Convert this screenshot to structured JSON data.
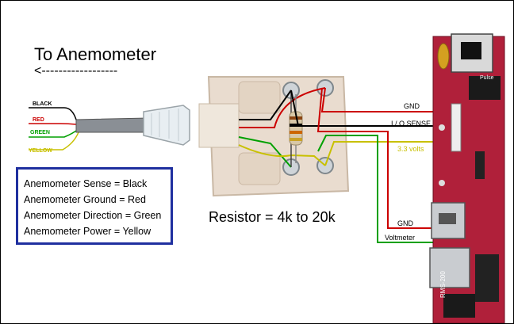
{
  "title": "To Anemometer",
  "arrow_text": "<------------------",
  "wire_labels": {
    "black": "BLACK",
    "red": "RED",
    "green": "GREEN",
    "yellow": "YELLOW"
  },
  "legend": [
    "Anemometer Sense = Black",
    "Anemometer Ground = Red",
    "Anemometer Direction = Green",
    "Anemometer Power = Yellow"
  ],
  "resistor_label": "Resistor = 4k to 20k",
  "board_labels": {
    "gnd_top": "GND",
    "io_sense": "I / O SENSE",
    "volts": "3.3 volts",
    "gnd_bottom": "GND",
    "voltmeter": "Voltmeter"
  },
  "board_text": {
    "pulse": "Pulse",
    "model": "RMS-200"
  },
  "colors": {
    "black": "#000000",
    "red": "#cc0000",
    "green": "#00a000",
    "yellow": "#c8c000",
    "board": "#b0203a",
    "legend_border": "#1f2f9f"
  }
}
